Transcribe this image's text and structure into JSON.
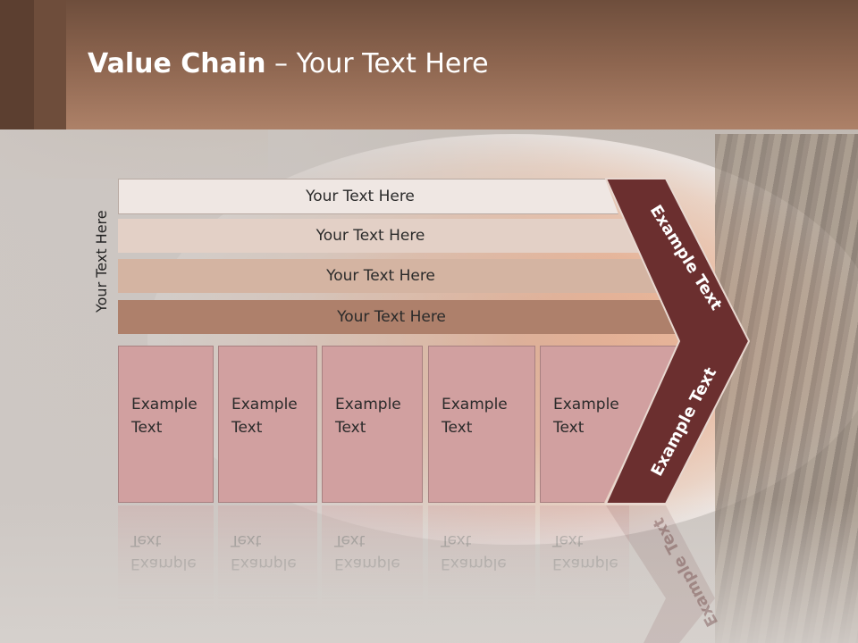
{
  "slide": {
    "title_bold": "Value Chain",
    "title_rest": " – Your Text Here",
    "side_label": "Your Text Here"
  },
  "bars": [
    {
      "label": "Your Text Here"
    },
    {
      "label": "Your Text Here"
    },
    {
      "label": "Your Text Here"
    },
    {
      "label": "Your Text Here"
    }
  ],
  "boxes": [
    {
      "line1": "Example",
      "line2": "Text"
    },
    {
      "line1": "Example",
      "line2": "Text"
    },
    {
      "line1": "Example",
      "line2": "Text"
    },
    {
      "line1": "Example",
      "line2": "Text"
    },
    {
      "line1": "Example",
      "line2": "Text"
    }
  ],
  "arrow": {
    "top_label": "Example Text",
    "bottom_label": "Example Text"
  },
  "colors": {
    "header": "#8e6650",
    "arrow": "#6b2f2f",
    "box": "#d1a0a0"
  }
}
